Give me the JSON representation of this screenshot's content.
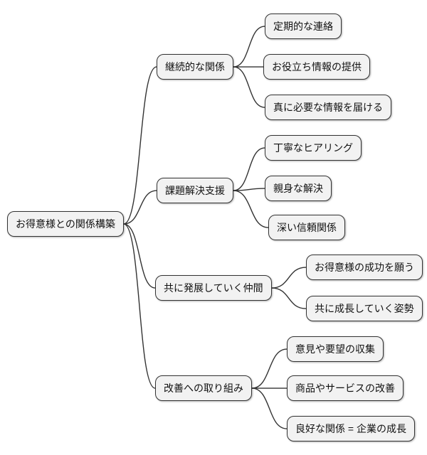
{
  "mindmap": {
    "root": "お得意様との関係構築",
    "branches": [
      {
        "label": "継続的な関係",
        "children": [
          "定期的な連絡",
          "お役立ち情報の提供",
          "真に必要な情報を届ける"
        ]
      },
      {
        "label": "課題解決支援",
        "children": [
          "丁寧なヒアリング",
          "親身な解決",
          "深い信頼関係"
        ]
      },
      {
        "label": "共に発展していく仲間",
        "children": [
          "お得意様の成功を願う",
          "共に成長していく姿勢"
        ]
      },
      {
        "label": "改善への取り組み",
        "children": [
          "意見や要望の収集",
          "商品やサービスの改善",
          "良好な関係 = 企業の成長"
        ]
      }
    ],
    "colors": {
      "node_fill": "#f2f2f2",
      "node_border": "#333333",
      "connector": "#333333",
      "background": "#ffffff"
    }
  }
}
